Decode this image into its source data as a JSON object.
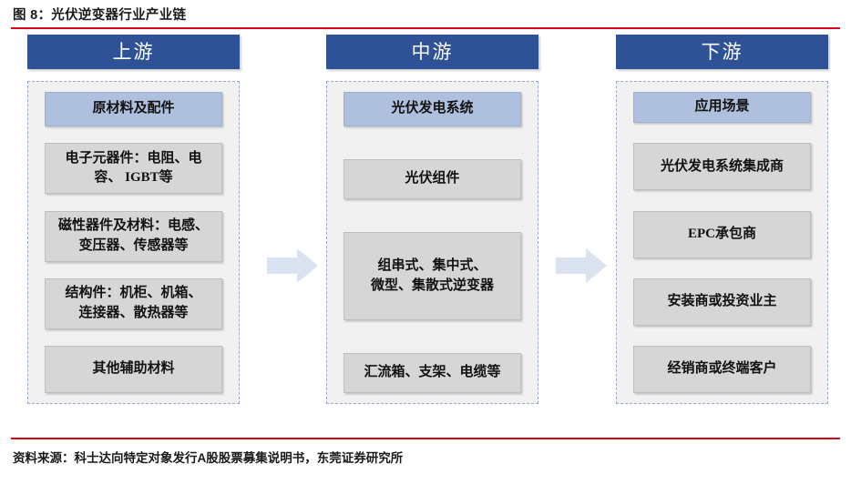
{
  "figure": {
    "title": "图 8：光伏逆变器行业产业链",
    "source": "资料来源：科士达向特定对象发行A股股票募集说明书，东莞证券研究所",
    "accent_rule_color": "#d6071a",
    "header_color": "#2e5295",
    "highlight_box_color": "#aec0de",
    "node_box_color": "#d6d6d6",
    "panel_color": "#f1f1f1",
    "arrow_color": "#dbe2f0"
  },
  "columns": [
    {
      "header": "上游",
      "nodes": [
        {
          "label": "原材料及配件",
          "type": "head",
          "height": 38
        },
        {
          "label": "电子元器件：电阻、电\n容、 IGBT等",
          "type": "node",
          "height": 56
        },
        {
          "label": "磁性器件及材料：电感、\n变压器、传感器等",
          "type": "node",
          "height": 56
        },
        {
          "label": "结构件：机柜、机箱、\n连接器、散热器等",
          "type": "node",
          "height": 56
        },
        {
          "label": "其他辅助材料",
          "type": "node",
          "height": 52
        }
      ]
    },
    {
      "header": "中游",
      "nodes": [
        {
          "label": "光伏发电系统",
          "type": "head",
          "height": 38
        },
        {
          "label": "光伏组件",
          "type": "node",
          "height": 44
        },
        {
          "label": "组串式、集中式、\n微型、集散式逆变器",
          "type": "node",
          "height": 97
        },
        {
          "label": "汇流箱、支架、电缆等",
          "type": "node",
          "height": 44
        }
      ]
    },
    {
      "header": "下游",
      "nodes": [
        {
          "label": "应用场景",
          "type": "head",
          "height": 34
        },
        {
          "label": "光伏发电系统集成商",
          "type": "node",
          "height": 52
        },
        {
          "label": "EPC承包商",
          "type": "node",
          "height": 52
        },
        {
          "label": "安装商或投资业主",
          "type": "node",
          "height": 52
        },
        {
          "label": "经销商或终端客户",
          "type": "node",
          "height": 52
        }
      ]
    }
  ],
  "arrows": [
    {
      "name": "upstream-to-midstream",
      "direction": "right"
    },
    {
      "name": "midstream-to-downstream",
      "direction": "right"
    }
  ]
}
